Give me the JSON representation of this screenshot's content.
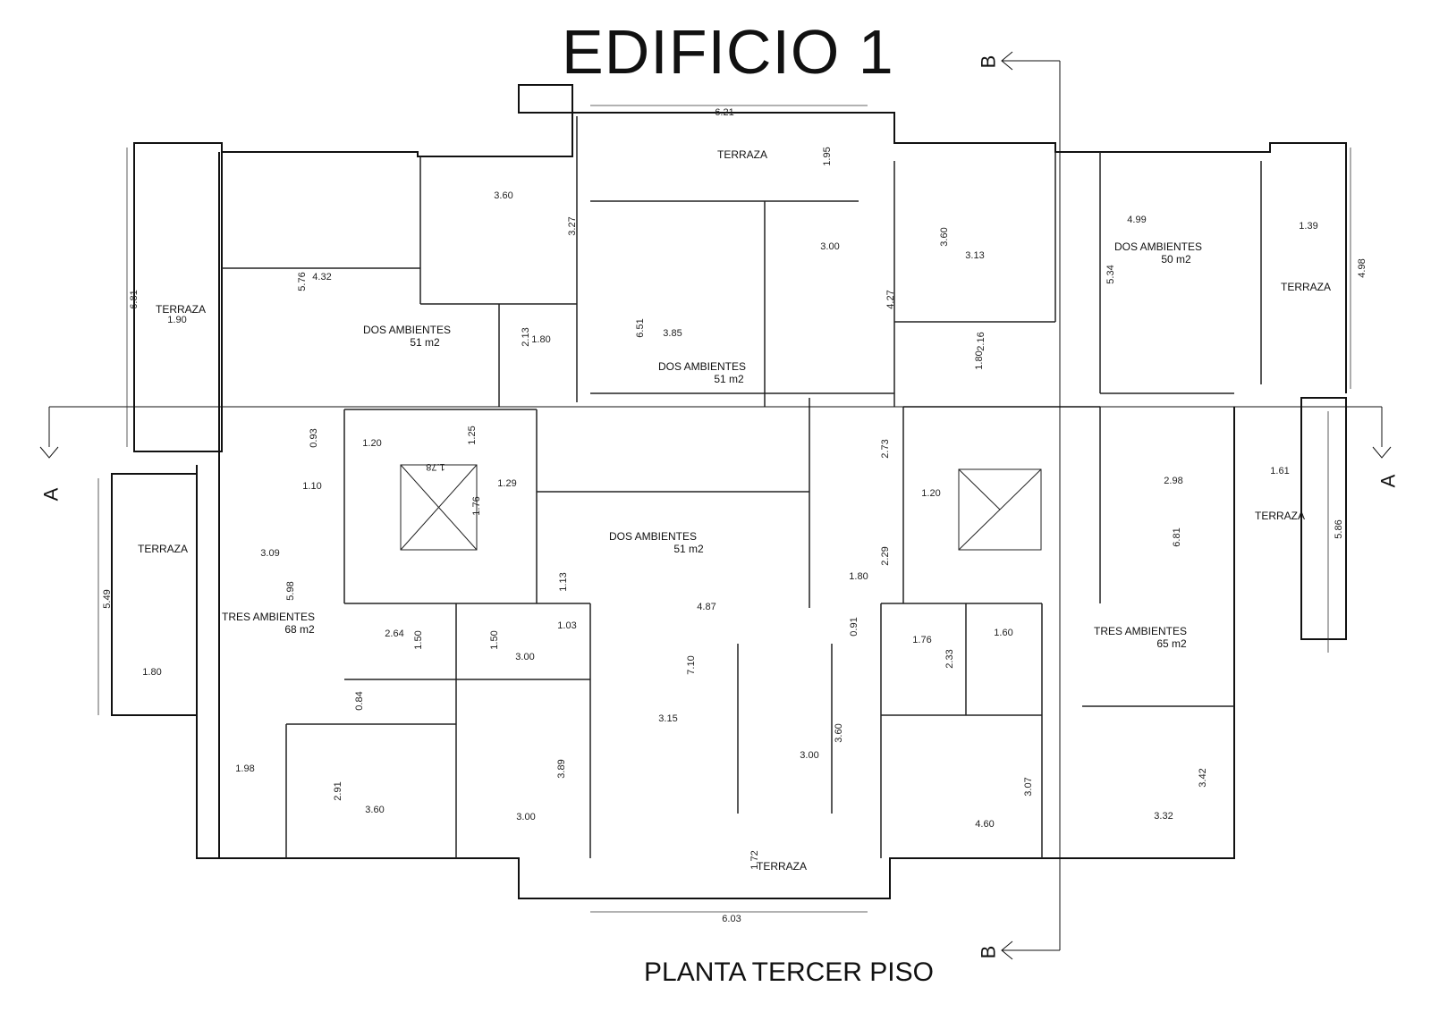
{
  "title": "EDIFICIO 1",
  "subtitle": "PLANTA TERCER PISO",
  "section_markers": {
    "a": "A",
    "b": "B"
  },
  "rooms": [
    {
      "label": "TERRAZA",
      "area": ""
    },
    {
      "label": "TERRAZA",
      "area": ""
    },
    {
      "label": "TERRAZA",
      "area": ""
    },
    {
      "label": "TERRAZA",
      "area": ""
    },
    {
      "label": "TERRAZA",
      "area": ""
    },
    {
      "label": "TERRAZA",
      "area": ""
    },
    {
      "label": "DOS AMBIENTES",
      "area": "51 m2"
    },
    {
      "label": "DOS AMBIENTES",
      "area": "51 m2"
    },
    {
      "label": "DOS AMBIENTES",
      "area": "50 m2"
    },
    {
      "label": "DOS AMBIENTES",
      "area": "51 m2"
    },
    {
      "label": "TRES AMBIENTES",
      "area": "68 m2"
    },
    {
      "label": "TRES AMBIENTES",
      "area": "65 m2"
    }
  ],
  "dimensions": [
    "6.21",
    "1.95",
    "3.60",
    "3.27",
    "4.32",
    "5.76",
    "6.81",
    "1.90",
    "1.80",
    "2.13",
    "3.85",
    "6.51",
    "3.00",
    "4.27",
    "3.60",
    "3.13",
    "5.34",
    "4.99",
    "1.39",
    "4.98",
    "2.16",
    "1.80",
    "0.93",
    "1.20",
    "1.25",
    "1.78",
    "1.29",
    "1.76",
    "1.10",
    "3.09",
    "5.98",
    "2.73",
    "1.80",
    "2.29",
    "1.20",
    "2.98",
    "1.61",
    "6.81",
    "5.86",
    "5.49",
    "1.80",
    "1.13",
    "1.03",
    "2.64",
    "1.50",
    "1.50",
    "3.00",
    "4.87",
    "0.91",
    "1.76",
    "2.33",
    "1.60",
    "0.84",
    "1.98",
    "2.91",
    "3.60",
    "3.00",
    "3.89",
    "3.15",
    "7.10",
    "3.60",
    "3.00",
    "3.07",
    "4.60",
    "3.42",
    "3.32",
    "1.72",
    "6.03"
  ]
}
